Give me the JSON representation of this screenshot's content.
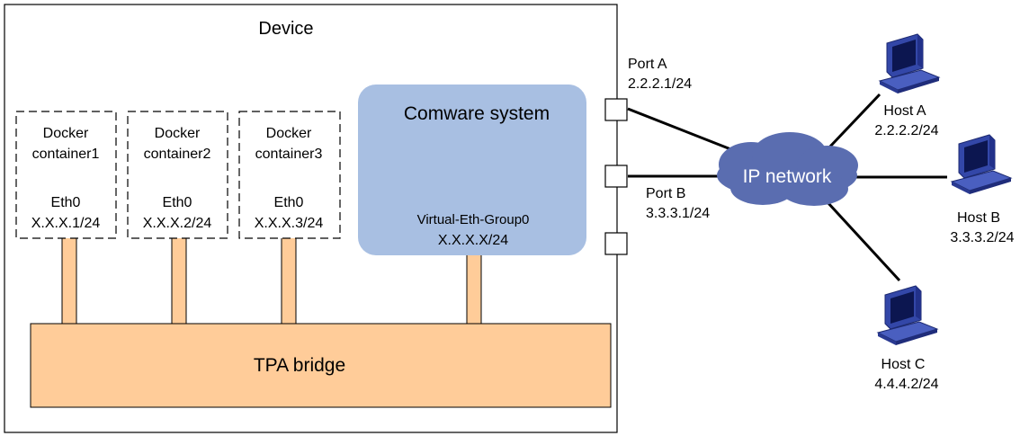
{
  "device": {
    "title": "Device"
  },
  "containers": [
    {
      "name_line1": "Docker",
      "name_line2": "container1",
      "iface": "Eth0",
      "ip": "X.X.X.1/24"
    },
    {
      "name_line1": "Docker",
      "name_line2": "container2",
      "iface": "Eth0",
      "ip": "X.X.X.2/24"
    },
    {
      "name_line1": "Docker",
      "name_line2": "container3",
      "iface": "Eth0",
      "ip": "X.X.X.3/24"
    }
  ],
  "comware": {
    "title": "Comware system",
    "iface": "Virtual-Eth-Group0",
    "ip": "X.X.X.X/24"
  },
  "bridge": {
    "label": "TPA bridge"
  },
  "ports": [
    {
      "name": "Port A",
      "ip": "2.2.2.1/24"
    },
    {
      "name": "Port B",
      "ip": "3.3.3.1/24"
    }
  ],
  "network": {
    "label": "IP network"
  },
  "hosts": [
    {
      "name": "Host A",
      "ip": "2.2.2.2/24"
    },
    {
      "name": "Host B",
      "ip": "3.3.3.2/24"
    },
    {
      "name": "Host C",
      "ip": "4.4.4.2/24"
    }
  ],
  "colors": {
    "comware_fill": "#a8bfe2",
    "bridge_fill": "#ffcc99",
    "cloud_fill": "#5a6db0",
    "computer_blue": "#2f3f9a"
  }
}
